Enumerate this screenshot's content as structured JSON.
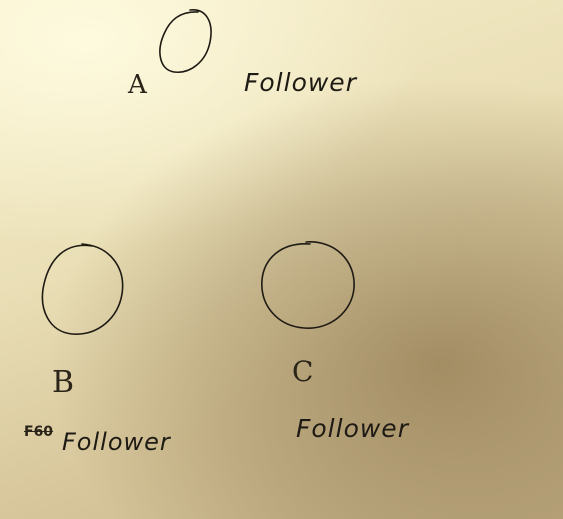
{
  "nodes": [
    {
      "id": "A",
      "letter": "A",
      "state": "Follower"
    },
    {
      "id": "B",
      "letter": "B",
      "state": "Follower",
      "struck_out_prefix": "F60"
    },
    {
      "id": "C",
      "letter": "C",
      "state": "Follower"
    }
  ],
  "colors": {
    "ink": "#1e1a14",
    "paper_light": "#f6eecb",
    "paper_shadow": "#c6b38a"
  }
}
